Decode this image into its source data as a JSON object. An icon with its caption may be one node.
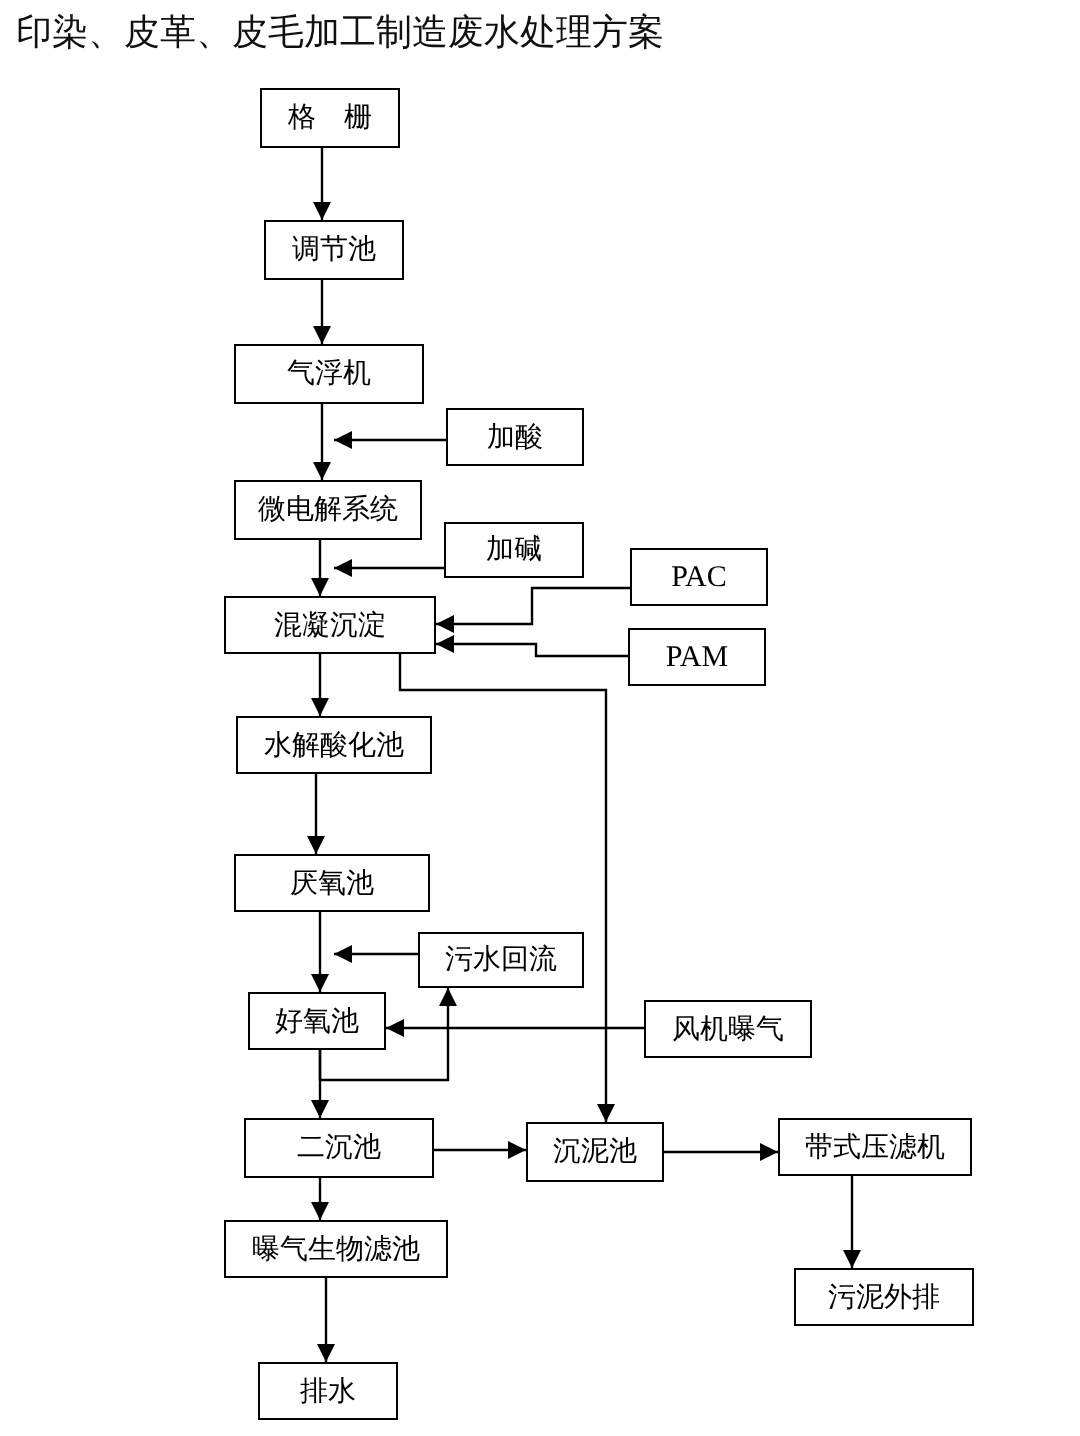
{
  "diagram": {
    "title": "印染、皮革、皮毛加工制造废水处理方案",
    "nodes": [
      {
        "text": [
          "格　栅"
        ]
      },
      {
        "text": [
          "调节池"
        ]
      },
      {
        "text": [
          "气浮机"
        ]
      },
      {
        "text": [
          "加酸"
        ]
      },
      {
        "text": [
          "微电解系统"
        ]
      },
      {
        "text": [
          "加碱"
        ]
      },
      {
        "text": [
          "PAC"
        ]
      },
      {
        "text": [
          "混凝沉淀"
        ]
      },
      {
        "text": [
          "PAM"
        ]
      },
      {
        "text": [
          "水解酸化池"
        ]
      },
      {
        "text": [
          "厌氧池"
        ]
      },
      {
        "text": [
          "污水回流"
        ]
      },
      {
        "text": [
          "好氧池"
        ]
      },
      {
        "text": [
          "风机曝气"
        ]
      },
      {
        "text": [
          "二沉池"
        ]
      },
      {
        "text": [
          "沉泥池"
        ]
      },
      {
        "text": [
          "带式压滤机"
        ]
      },
      {
        "text": [
          "曝气生物滤池"
        ]
      },
      {
        "text": [
          "污泥外排"
        ]
      },
      {
        "text": [
          "排水"
        ]
      }
    ],
    "edges": [
      {
        "from": 0,
        "to": 1,
        "arrow": "to"
      },
      {
        "from": 1,
        "to": 2,
        "arrow": "to"
      },
      {
        "from": 2,
        "to": 4,
        "arrow": "to"
      },
      {
        "from": 3,
        "to": 4,
        "arrow": "to"
      },
      {
        "from": 4,
        "to": 7,
        "arrow": "to"
      },
      {
        "from": 5,
        "to": 7,
        "arrow": "to"
      },
      {
        "from": 6,
        "to": 7,
        "arrow": "to"
      },
      {
        "from": 8,
        "to": 7,
        "arrow": "to"
      },
      {
        "from": 7,
        "to": 9,
        "arrow": "to"
      },
      {
        "from": 7,
        "to": 15,
        "arrow": "to"
      },
      {
        "from": 9,
        "to": 10,
        "arrow": "to"
      },
      {
        "from": 10,
        "to": 12,
        "arrow": "to"
      },
      {
        "from": 11,
        "to": 12,
        "arrow": "to"
      },
      {
        "from": 12,
        "to": 11,
        "arrow": "to"
      },
      {
        "from": 13,
        "to": 12,
        "arrow": "to"
      },
      {
        "from": 12,
        "to": 14,
        "arrow": "to"
      },
      {
        "from": 14,
        "to": 15,
        "arrow": "to"
      },
      {
        "from": 15,
        "to": 16,
        "arrow": "to"
      },
      {
        "from": 16,
        "to": 18,
        "arrow": "to"
      },
      {
        "from": 14,
        "to": 17,
        "arrow": "to"
      },
      {
        "from": 17,
        "to": 19,
        "arrow": "to"
      }
    ]
  }
}
